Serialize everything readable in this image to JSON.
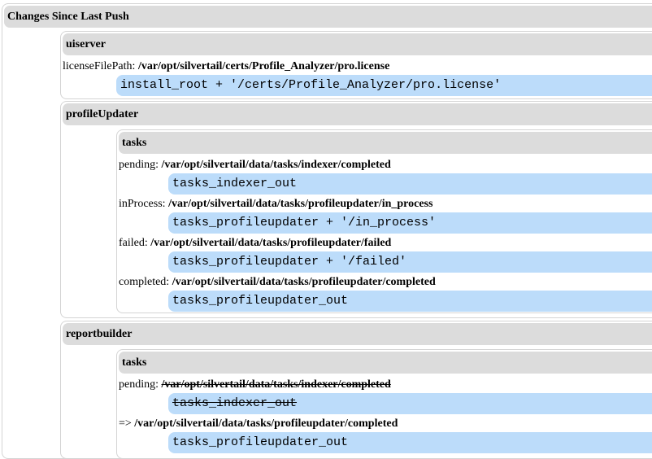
{
  "title": "Changes Since Last Push",
  "sections": {
    "uiserver": {
      "name": "uiserver",
      "entries": [
        {
          "key": "licenseFilePath:",
          "value": "/var/opt/silvertail/certs/Profile_Analyzer/pro.license",
          "code": "install_root + '/certs/Profile_Analyzer/pro.license'"
        }
      ]
    },
    "profileUpdater": {
      "name": "profileUpdater",
      "tasks": {
        "name": "tasks",
        "entries": [
          {
            "key": "pending:",
            "value": "/var/opt/silvertail/data/tasks/indexer/completed",
            "code": "tasks_indexer_out"
          },
          {
            "key": "inProcess:",
            "value": "/var/opt/silvertail/data/tasks/profileupdater/in_process",
            "code": "tasks_profileupdater + '/in_process'"
          },
          {
            "key": "failed:",
            "value": "/var/opt/silvertail/data/tasks/profileupdater/failed",
            "code": "tasks_profileupdater + '/failed'"
          },
          {
            "key": "completed:",
            "value": "/var/opt/silvertail/data/tasks/profileupdater/completed",
            "code": "tasks_profileupdater_out"
          }
        ]
      }
    },
    "reportbuilder": {
      "name": "reportbuilder",
      "tasks": {
        "name": "tasks",
        "entries": [
          {
            "key": "pending:",
            "old_value": "/var/opt/silvertail/data/tasks/indexer/completed",
            "old_code": "tasks_indexer_out",
            "arrow": "=>",
            "new_value": "/var/opt/silvertail/data/tasks/profileupdater/completed",
            "new_code": "tasks_profileupdater_out"
          }
        ]
      }
    }
  },
  "colors": {
    "header_bg": "#dcdcdc",
    "code_bg": "#bcdcfa",
    "border": "#d4d4d4"
  }
}
